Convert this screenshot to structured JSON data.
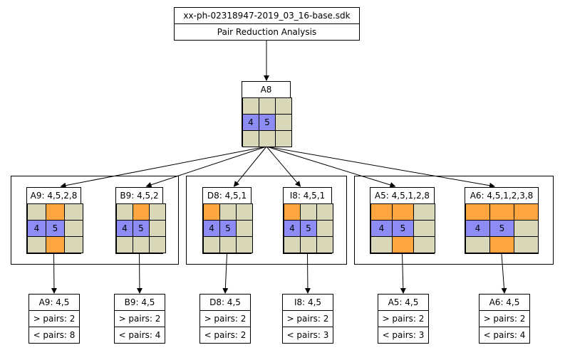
{
  "colors": {
    "empty": "#d8d8b8",
    "pair": "#8c8cf4",
    "cand": "#ffa640",
    "edge": "#000000"
  },
  "header": {
    "file": "xx-ph-02318947-2019_03_16-base.sdk",
    "title": "Pair Reduction Analysis"
  },
  "root": {
    "label": "A8",
    "cells": [
      "e",
      "e",
      "e",
      "p:4",
      "p:5",
      "e",
      "e",
      "e",
      "e"
    ]
  },
  "groups": [
    {
      "nodes": [
        {
          "label": "A9: 4,5,2,8",
          "cells": [
            "e",
            "c",
            "e",
            "p:4",
            "p:5",
            "e",
            "e",
            "c",
            "e"
          ]
        },
        {
          "label": "B9: 4,5,2",
          "cells": [
            "e",
            "c",
            "e",
            "p:4",
            "p:5",
            "e",
            "e",
            "e",
            "e"
          ]
        }
      ]
    },
    {
      "nodes": [
        {
          "label": "D8: 4,5,1",
          "cells": [
            "c",
            "e",
            "e",
            "p:4",
            "p:5",
            "e",
            "e",
            "e",
            "e"
          ]
        },
        {
          "label": "I8: 4,5,1",
          "cells": [
            "c",
            "e",
            "e",
            "p:4",
            "p:5",
            "e",
            "e",
            "e",
            "e"
          ]
        }
      ]
    },
    {
      "nodes": [
        {
          "label": "A5: 4,5,1,2,8",
          "cells": [
            "c",
            "c",
            "e",
            "p:4",
            "p:5",
            "e",
            "e",
            "c",
            "e"
          ]
        },
        {
          "label": "A6: 4,5,1,2,3,8",
          "cells": [
            "c",
            "c",
            "c",
            "p:4",
            "p:5",
            "e",
            "e",
            "c",
            "e"
          ]
        }
      ]
    }
  ],
  "results": [
    {
      "name": "A9: 4,5",
      "gt": "> pairs: 2",
      "lt": "< pairs: 8"
    },
    {
      "name": "B9: 4,5",
      "gt": "> pairs: 2",
      "lt": "< pairs: 4"
    },
    {
      "name": "D8: 4,5",
      "gt": "> pairs: 2",
      "lt": "< pairs: 2"
    },
    {
      "name": "I8: 4,5",
      "gt": "> pairs: 2",
      "lt": "< pairs: 3"
    },
    {
      "name": "A5: 4,5",
      "gt": "> pairs: 2",
      "lt": "< pairs: 3"
    },
    {
      "name": "A6: 4,5",
      "gt": "> pairs: 2",
      "lt": "< pairs: 4"
    }
  ]
}
